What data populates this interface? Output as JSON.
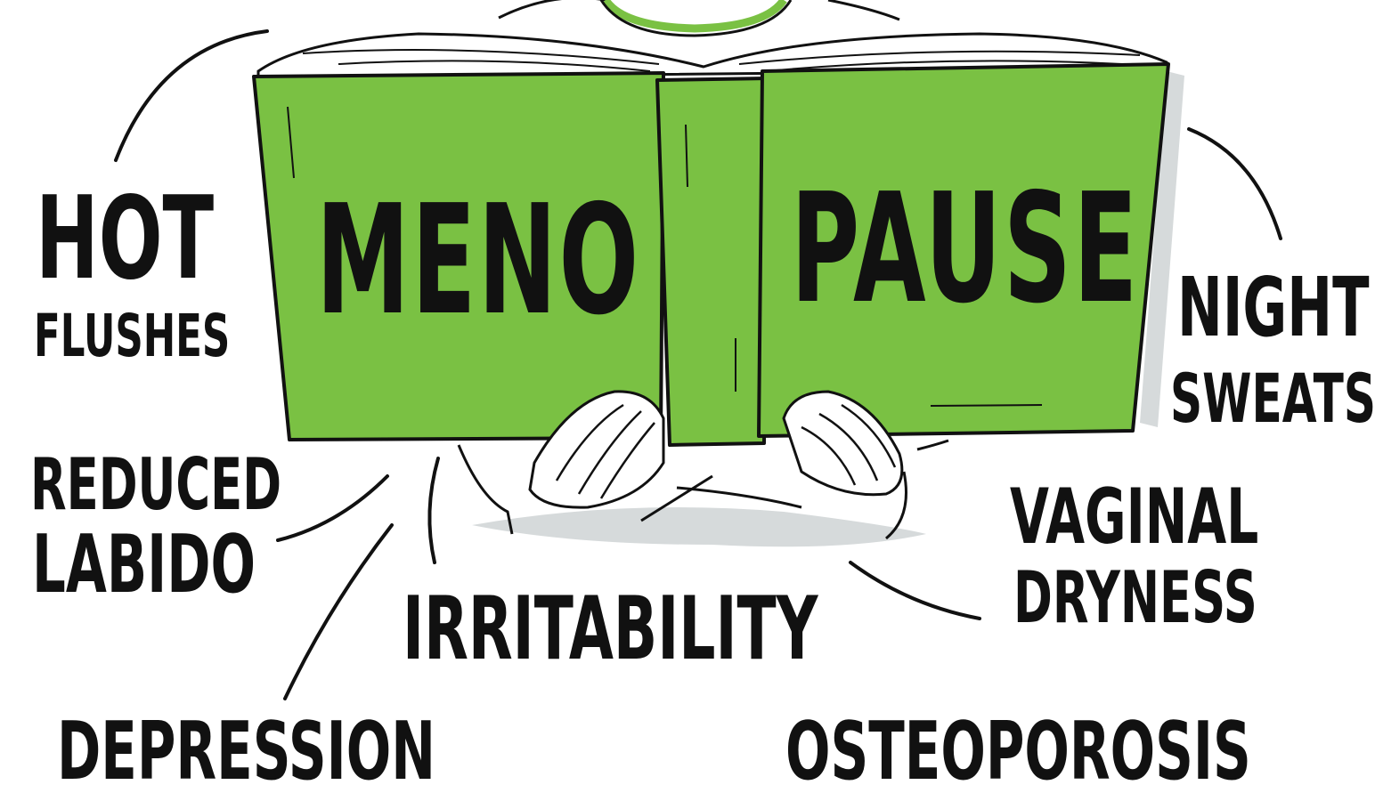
{
  "book": {
    "cover_left": "MENO",
    "cover_right": "PAUSE"
  },
  "symptoms": {
    "hot": "HOT",
    "flushes": "FLUSHES",
    "reduced": "REDUCED",
    "labido": "LABIDO",
    "night": "NIGHT",
    "sweats": "SWEATS",
    "vaginal": "VAGINAL",
    "dryness": "DRYNESS",
    "irritability": "IRRITABILITY",
    "depression": "DEPRESSION",
    "osteoporosis": "OSTEOPOROSIS"
  },
  "colors": {
    "book_green": "#7ac143",
    "ink": "#111111",
    "shadow": "#d6dadb"
  }
}
